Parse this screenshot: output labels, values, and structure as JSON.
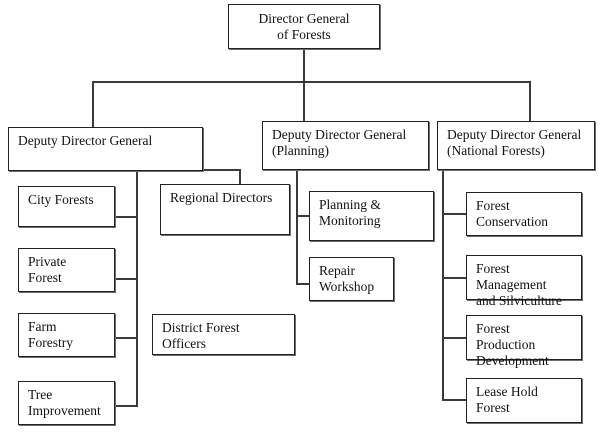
{
  "diagram": {
    "title": "Forest Department Organizational Structure",
    "type": "organizational-chart",
    "background_color": "#ffffff",
    "box_border_color": "#222222",
    "connector_color": "#3a3a3a"
  },
  "nodes": {
    "director_general": "Director General\nof Forests",
    "ddg_general": "Deputy Director General",
    "ddg_planning": "Deputy Director General\n(Planning)",
    "ddg_national_forests": "Deputy Director General\n(National Forests)",
    "city_forests": "City Forests",
    "private_forest": "Private\nForest",
    "farm_forestry": "Farm\nForestry",
    "tree_improvement": "Tree\nImprovement",
    "regional_directors": "Regional Directors",
    "district_forest_officers": "District Forest Officers",
    "planning_monitoring": "Planning &\nMonitoring",
    "repair_workshop": "Repair\nWorkshop",
    "forest_conservation": "Forest\nConservation",
    "forest_management": "Forest Management\nand Silviculture",
    "forest_production": "Forest Production\nDevelopment",
    "lease_hold_forest": "Lease Hold\nForest"
  }
}
